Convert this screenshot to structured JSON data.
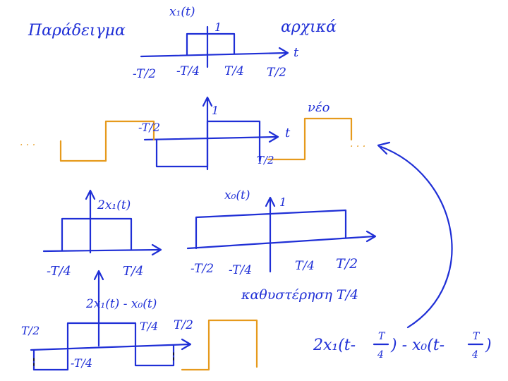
{
  "header": {
    "left_title": "Παράδειγμα",
    "right_title": "αρχικά"
  },
  "panel_top": {
    "signal_label": "x₁(t)",
    "amplitude": "1",
    "axis_var": "t",
    "ticks": [
      "-T/2",
      "-T/4",
      "T/4",
      "T/2"
    ]
  },
  "panel_square": {
    "amplitude": "1",
    "axis_var": "t",
    "tick_left": "-T/2",
    "tick_right": "T/2",
    "new_label": "νέο",
    "dots_left": ". . .",
    "dots_right": ". . ."
  },
  "panel_left_mid": {
    "signal_label": "2x₁(t)",
    "ticks": [
      "-T/4",
      "T/4"
    ]
  },
  "panel_right_mid": {
    "signal_label": "x₀(t)",
    "amplitude": "1",
    "ticks": [
      "-T/2",
      "-T/4",
      "T/4",
      "T/2"
    ]
  },
  "panel_bottom": {
    "signal_label": "2x₁(t) - x₀(t)",
    "ticks": [
      "T/2",
      "-T/4",
      "T/4",
      "T/2"
    ]
  },
  "delay_note": "καθυστέρηση  T/4",
  "formula": {
    "prefix": "2x₁(t-",
    "frac1_num": "T",
    "frac1_den": "4",
    "middle": ") - x₀(t-",
    "frac2_num": "T",
    "frac2_den": "4",
    "suffix": ")"
  },
  "colors": {
    "ink_blue": "#1f2fd6",
    "ink_orange": "#e69a1c",
    "ink_dark": "#111111"
  }
}
